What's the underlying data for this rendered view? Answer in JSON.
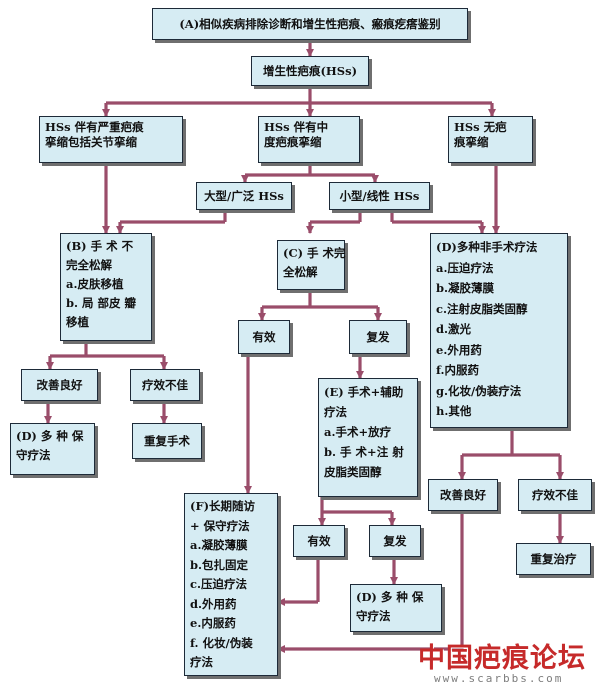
{
  "colors": {
    "box_fill": "#d6ecf3",
    "box_border": "#1d2a38",
    "arrow": "#9a4d6a",
    "watermark": "#c62a2a"
  },
  "nodes": {
    "A": [
      "(A)相似疾病排除诊断和增生性疤痕、瘢痕疙瘩鉴别"
    ],
    "hss": [
      "增生性疤痕(HSs)"
    ],
    "severe": [
      "HSs  伴有严重疤痕",
      "挛缩包括关节挛缩"
    ],
    "moderate": [
      "HSs  伴有中",
      "度疤痕挛缩"
    ],
    "none": [
      "HSs  无疤",
      "痕挛缩"
    ],
    "large": [
      "大型/广泛 HSs"
    ],
    "small": [
      "小型/线性 HSs"
    ],
    "B": [
      "(B) 手 术 不",
      "完全松解",
      "a.皮肤移植",
      "b. 局 部皮 瓣",
      "移植"
    ],
    "C": [
      "(C) 手 术完",
      "全松解"
    ],
    "D_main": [
      "(D)多种非手术疗法",
      "a.压迫疗法",
      "b.凝胶薄膜",
      "c.注射皮脂类固醇",
      "d.激光",
      "e.外用药",
      "f.内服药",
      "g.化妆/伪装疗法",
      "h.其他"
    ],
    "improve_left": [
      "改善良好"
    ],
    "poor_left": [
      "疗效不佳"
    ],
    "D_left": [
      "(D) 多 种 保",
      "守疗法"
    ],
    "redo_surgery": [
      "重复手术"
    ],
    "effective_c": [
      "有效"
    ],
    "relapse_c": [
      "复发"
    ],
    "E": [
      "(E) 手术+辅助",
      "疗法",
      "a.手术+放疗",
      "b. 手 术+注 射",
      "皮脂类固醇"
    ],
    "improve_right": [
      "改善良好"
    ],
    "poor_right": [
      "疗效不佳"
    ],
    "redo_treatment": [
      "重复治疗"
    ],
    "effective_e": [
      "有效"
    ],
    "relapse_e": [
      "复发"
    ],
    "F": [
      "(F)长期随访",
      "+  保守疗法",
      "a.凝胶薄膜",
      "b.包扎固定",
      "c.压迫疗法",
      "d.外用药",
      "e.内服药",
      "f. 化妆/伪装",
      "疗法"
    ],
    "D_bottom": [
      "(D) 多 种 保",
      "守疗法"
    ]
  },
  "watermark": {
    "logo_text": "中国疤痕论坛",
    "url": "www.scarbbs.com"
  }
}
